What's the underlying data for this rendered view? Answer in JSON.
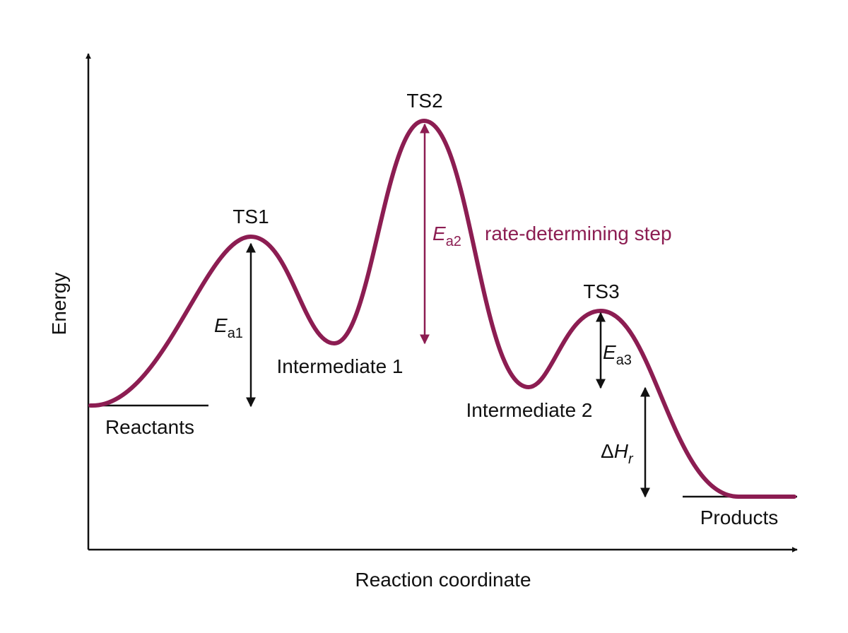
{
  "diagram": {
    "x_axis_label": "Reaction coordinate",
    "y_axis_label": "Energy",
    "states": {
      "ts1": "TS1",
      "ts2": "TS2",
      "ts3": "TS3",
      "intermediate1": "Intermediate 1",
      "intermediate2": "Intermediate 2",
      "reactants": "Reactants",
      "products": "Products"
    },
    "energies": {
      "ea1": {
        "symbol": "E",
        "subscript": "a1"
      },
      "ea2": {
        "symbol": "E",
        "subscript": "a2"
      },
      "ea3": {
        "symbol": "E",
        "subscript": "a3"
      },
      "dh": {
        "delta": "Δ",
        "symbol": "H",
        "subscript": "r"
      }
    },
    "annotation": "rate-determining step",
    "colors": {
      "curve": "#8c1d52",
      "ea2_arrow": "#8c1d52",
      "axes": "#111111",
      "arrows": "#111111"
    }
  }
}
